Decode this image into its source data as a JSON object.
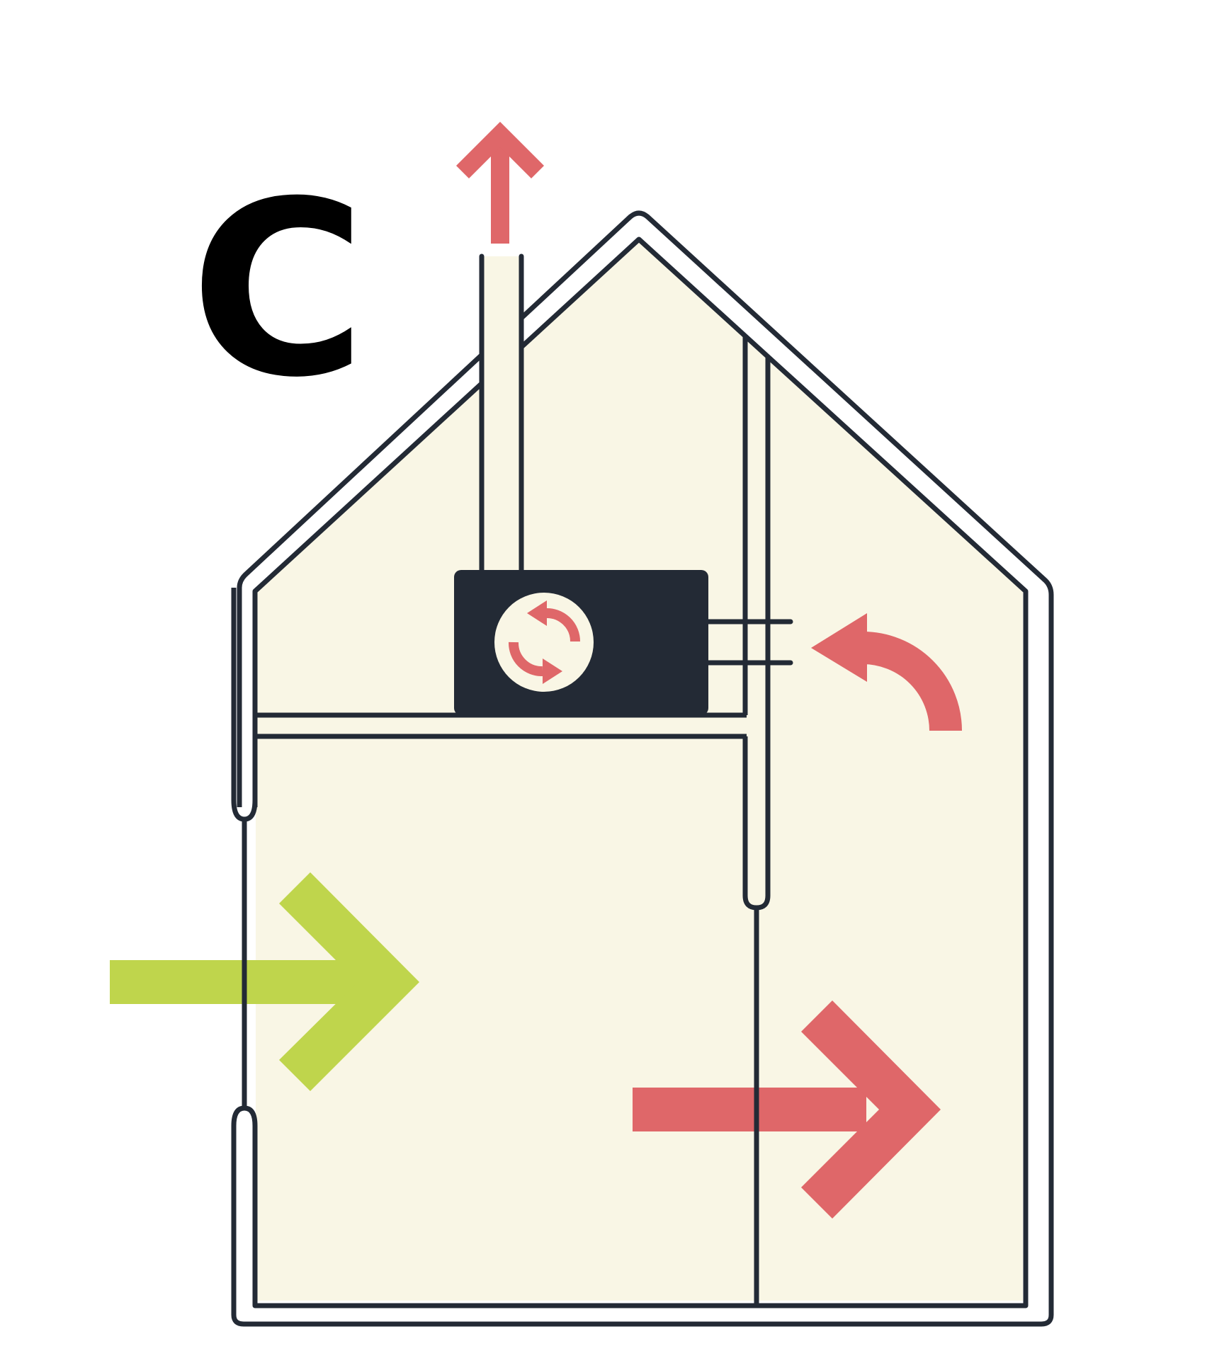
{
  "diagram": {
    "label": "C",
    "colors": {
      "interior_fill": "#f9f6e5",
      "outline": "#232a35",
      "exhaust_arrow": "#df6769",
      "supply_arrow": "#bfd54c",
      "unit_body": "#232a35",
      "background": "#ffffff"
    },
    "icons": [
      "exhaust-up-arrow",
      "extract-return-arrow",
      "fresh-air-inlet-arrow",
      "air-outflow-arrow",
      "heat-recovery-cycle-icon"
    ]
  }
}
